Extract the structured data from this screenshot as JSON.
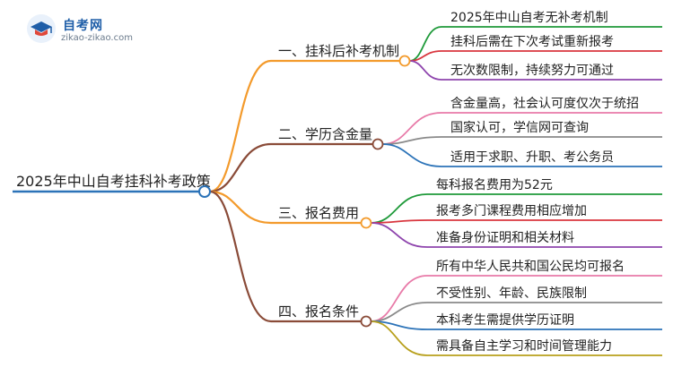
{
  "logo": {
    "title": "自考网",
    "url": "zikao-zikao.com"
  },
  "root": {
    "label": "2025年中山自考挂科补考政策",
    "color": "#2c73b8"
  },
  "branches": [
    {
      "label": "一、挂科后补考机制",
      "color": "#f39a2b",
      "children": [
        {
          "label": "2025年中山自考无补考机制",
          "color": "#1f9a3a"
        },
        {
          "label": "挂科后需在下次考试重新报考",
          "color": "#d9363e"
        },
        {
          "label": "无次数限制，持续努力可通过",
          "color": "#8e44ad"
        }
      ]
    },
    {
      "label": "二、学历含金量",
      "color": "#8a4b38",
      "children": [
        {
          "label": "含金量高，社会认可度仅次于统招",
          "color": "#e87aa8"
        },
        {
          "label": "国家认可，学信网可查询",
          "color": "#8a8a8a"
        },
        {
          "label": "适用于求职、升职、考公务员",
          "color": "#2c73b8"
        }
      ]
    },
    {
      "label": "三、报名费用",
      "color": "#f39a2b",
      "children": [
        {
          "label": "每科报名费用为52元",
          "color": "#1f9a3a"
        },
        {
          "label": "报考多门课程费用相应增加",
          "color": "#d9363e"
        },
        {
          "label": "准备身份证明和相关材料",
          "color": "#8e44ad"
        }
      ]
    },
    {
      "label": "四、报名条件",
      "color": "#8a4b38",
      "children": [
        {
          "label": "所有中华人民共和国公民均可报名",
          "color": "#e87aa8"
        },
        {
          "label": "不受性别、年龄、民族限制",
          "color": "#8a8a8a"
        },
        {
          "label": "本科考生需提供学历证明",
          "color": "#2c73b8"
        },
        {
          "label": "需具备自主学习和时间管理能力",
          "color": "#b8a01c"
        }
      ]
    }
  ]
}
